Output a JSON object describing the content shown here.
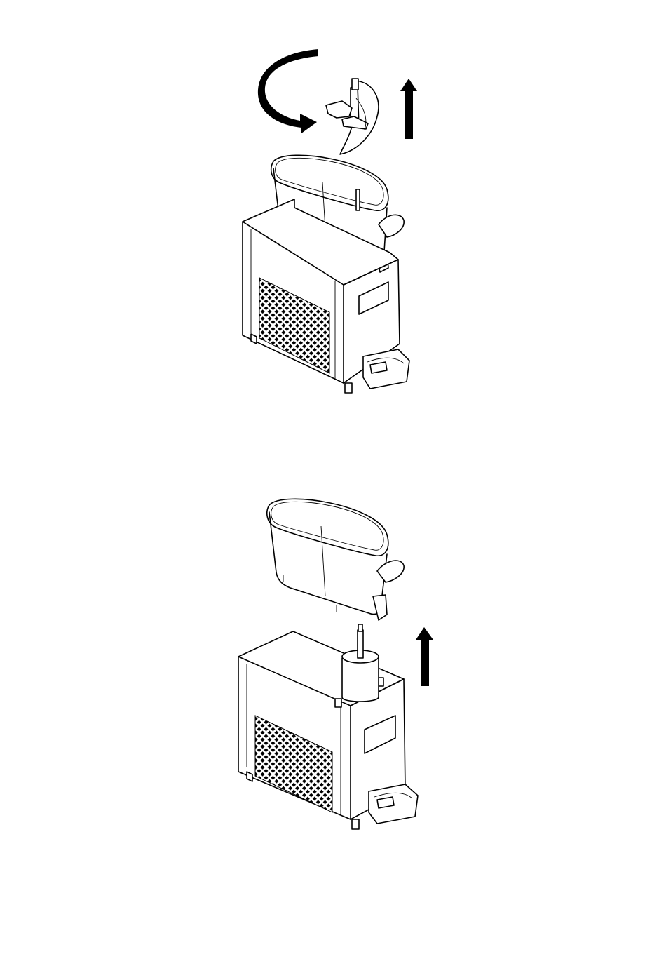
{
  "page": {
    "header_rule": true
  },
  "figures": [
    {
      "id": "remove-auger",
      "parts": [
        "auger",
        "rotate-arrow-icon",
        "lift-arrow-icon",
        "bowl",
        "machine-base",
        "drip-tray"
      ]
    },
    {
      "id": "remove-bowl",
      "parts": [
        "bowl",
        "lift-arrow-icon",
        "machine-base",
        "drive-shaft",
        "drip-tray"
      ]
    }
  ],
  "colors": {
    "line": "#000000",
    "background": "#ffffff"
  }
}
